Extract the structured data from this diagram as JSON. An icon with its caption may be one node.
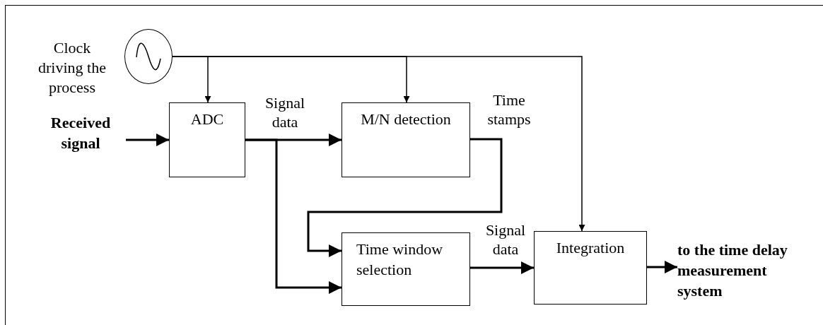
{
  "diagram": {
    "nodes": [
      {
        "text": [],
        "shape": "circle",
        "beside": [
          "Clock driving the process"
        ]
      },
      {
        "text": [
          "Received signal"
        ]
      },
      {
        "text": [
          "ADC"
        ]
      },
      {
        "text": [
          "M/N detection"
        ]
      },
      {
        "text": [
          "Time window selection"
        ]
      },
      {
        "text": [
          "Integration"
        ]
      },
      {
        "text": [
          "to the time delay measurement system"
        ]
      }
    ],
    "edges": [
      {
        "from": 0,
        "to": 2,
        "arrow": "to"
      },
      {
        "from": 0,
        "to": 3,
        "arrow": "to"
      },
      {
        "from": 0,
        "to": 5,
        "arrow": "to"
      },
      {
        "from": 1,
        "to": 2,
        "arrow": "to"
      },
      {
        "from": 2,
        "to": 3,
        "arrow": "to",
        "label": "Signal data"
      },
      {
        "from": 2,
        "to": 4,
        "arrow": "to"
      },
      {
        "from": 3,
        "to": 4,
        "arrow": "to",
        "label": "Time stamps"
      },
      {
        "from": 4,
        "to": 5,
        "arrow": "to",
        "label": "Signal data"
      },
      {
        "from": 5,
        "to": 6,
        "arrow": "to"
      }
    ]
  }
}
